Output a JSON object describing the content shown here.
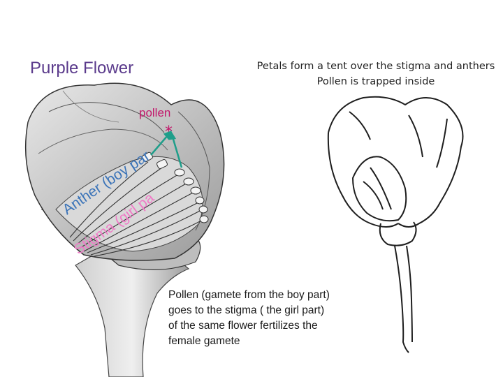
{
  "title": "Purple Flower",
  "top_note": {
    "line1": "Petals form a tent over the stigma and anthers",
    "line2": "Pollen is trapped inside"
  },
  "pollen_label": "pollen",
  "anther_label": "Anther (boy part)",
  "stigma_label": "Stigma (girl part)",
  "bottom_note": "Pollen (gamete from the boy part) goes to the stigma ( the girl part) of the same flower fertilizes the female gamete",
  "colors": {
    "title": "#5b3b8c",
    "pollen": "#c2186b",
    "anther": "#3a73b8",
    "stigma": "#f07bc7",
    "arrow": "#1f9e8a"
  }
}
